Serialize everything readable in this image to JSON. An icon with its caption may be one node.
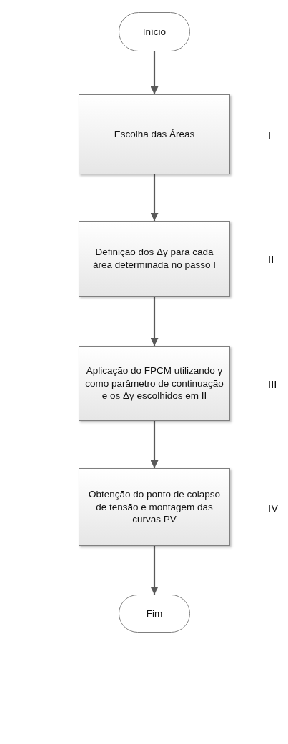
{
  "diagram": {
    "nodes": [
      {
        "text": [
          "Início"
        ]
      },
      {
        "text": [
          "Escolha das Áreas"
        ],
        "beside": [
          "I"
        ]
      },
      {
        "text": [
          "Definição dos Δγ para cada área determinada no passo I"
        ],
        "beside": [
          "II"
        ]
      },
      {
        "text": [
          "Aplicação do FPCM utilizando γ como parâmetro de continuação e os Δγ escolhidos em II"
        ],
        "beside": [
          "III"
        ]
      },
      {
        "text": [
          "Obtenção do ponto de colapso de tensão e montagem das curvas PV"
        ],
        "beside": [
          "IV"
        ]
      },
      {
        "text": [
          "Fim"
        ]
      }
    ],
    "edges": [
      {
        "from": 0,
        "to": 1,
        "arrow": "to"
      },
      {
        "from": 1,
        "to": 2,
        "arrow": "to"
      },
      {
        "from": 2,
        "to": 3,
        "arrow": "to"
      },
      {
        "from": 3,
        "to": 4,
        "arrow": "to"
      },
      {
        "from": 4,
        "to": 5,
        "arrow": "to"
      }
    ]
  }
}
